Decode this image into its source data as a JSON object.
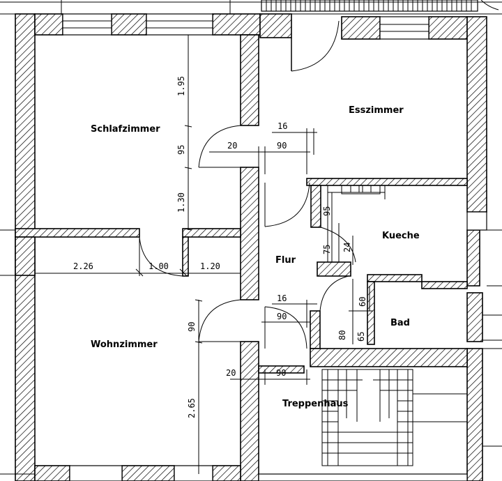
{
  "rooms": {
    "schlafzimmer": "Schlafzimmer",
    "esszimmer": "Esszimmer",
    "kueche": "Kueche",
    "flur": "Flur",
    "bad": "Bad",
    "wohnzimmer": "Wohnzimmer",
    "treppenhaus": "Treppenhaus"
  },
  "dimensions": {
    "d_195": "1.95",
    "d_95a": "95",
    "d_130": "1.30",
    "d_16a": "16",
    "d_20a": "20",
    "d_90a": "90",
    "d_95b": "95",
    "d_75": "75",
    "d_24": "24",
    "d_226": "2.26",
    "d_100": "1.00",
    "d_120": "1.20",
    "d_16b": "16",
    "d_90b": "90",
    "d_60": "60",
    "d_90c": "90",
    "d_80": "80",
    "d_65": "65",
    "d_20b": "20",
    "d_90d": "90",
    "d_265": "2.65"
  }
}
